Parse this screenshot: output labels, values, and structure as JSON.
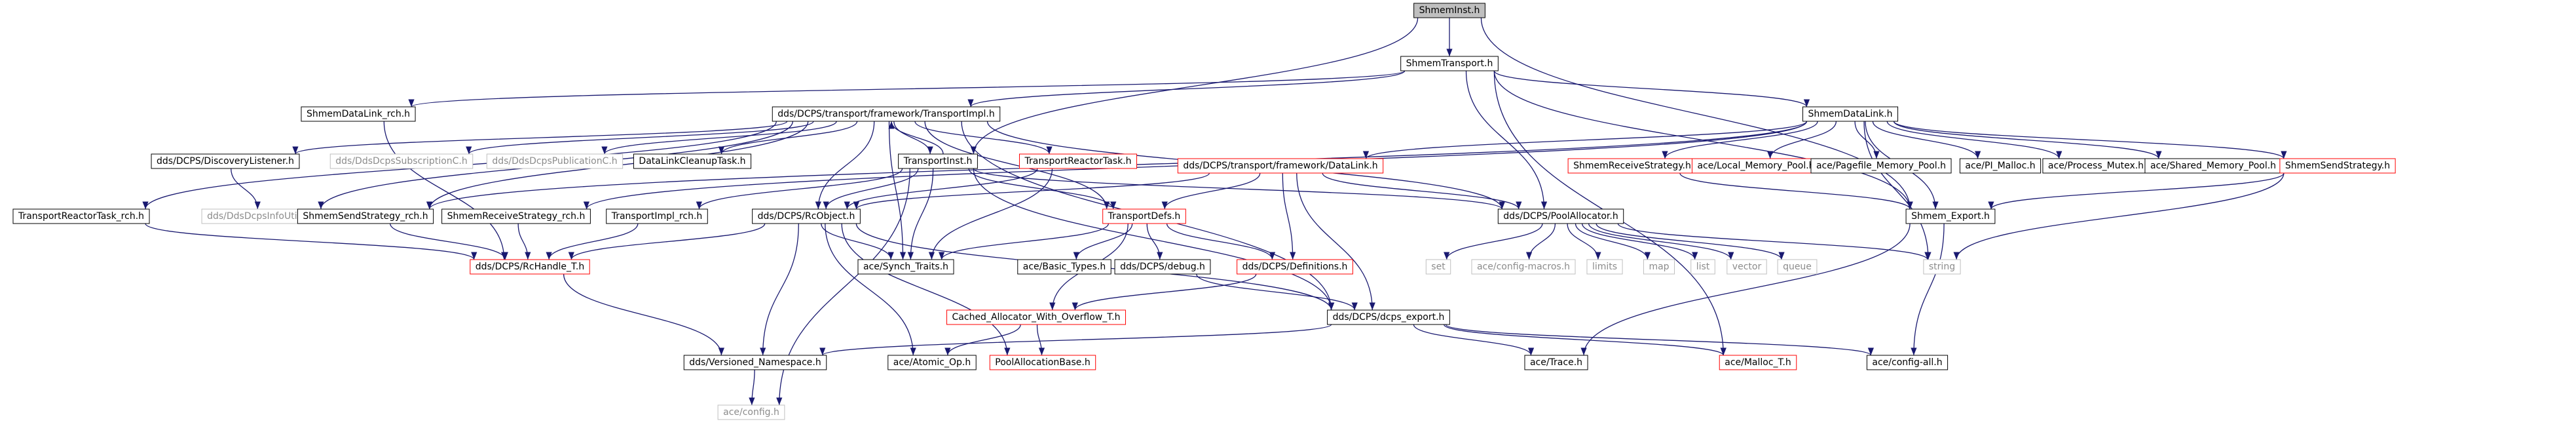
{
  "diagram": {
    "colors": {
      "edge": "#191970",
      "border_normal": "#000000",
      "border_truncated": "#ff0000",
      "border_leaf": "#bfbfbf",
      "fill_root": "#bfbfbf",
      "fill_normal": "#ffffff",
      "text_normal": "#000000",
      "text_leaf": "#8c8c8c"
    },
    "nodes": [
      {
        "id": "shmeminst",
        "label": "ShmemInst.h",
        "kind": "root"
      },
      {
        "id": "shmemtransport",
        "label": "ShmemTransport.h",
        "kind": "normal"
      },
      {
        "id": "shmemdatalink_rch",
        "label": "ShmemDataLink_rch.h",
        "kind": "normal"
      },
      {
        "id": "transportimpl",
        "label": "dds/DCPS/transport/framework/TransportImpl.h",
        "kind": "normal"
      },
      {
        "id": "shmemdatalink",
        "label": "ShmemDataLink.h",
        "kind": "normal"
      },
      {
        "id": "discoverylistener",
        "label": "dds/DCPS/DiscoveryListener.h",
        "kind": "normal"
      },
      {
        "id": "ddsdcpssubscriptionc",
        "label": "dds/DdsDcpsSubscriptionC.h",
        "kind": "leaf"
      },
      {
        "id": "ddsdcpspublicationc",
        "label": "dds/DdsDcpsPublicationC.h",
        "kind": "leaf"
      },
      {
        "id": "datalinkcleanuptask",
        "label": "DataLinkCleanupTask.h",
        "kind": "normal"
      },
      {
        "id": "transportinst",
        "label": "TransportInst.h",
        "kind": "normal"
      },
      {
        "id": "transportreactortask",
        "label": "TransportReactorTask.h",
        "kind": "truncated"
      },
      {
        "id": "framework_datalink",
        "label": "dds/DCPS/transport/framework/DataLink.h",
        "kind": "truncated"
      },
      {
        "id": "shmemreceivestrategy",
        "label": "ShmemReceiveStrategy.h",
        "kind": "truncated"
      },
      {
        "id": "local_memory_pool",
        "label": "ace/Local_Memory_Pool.h",
        "kind": "truncated"
      },
      {
        "id": "pagefile_memory_pool",
        "label": "ace/Pagefile_Memory_Pool.h",
        "kind": "normal"
      },
      {
        "id": "pi_malloc",
        "label": "ace/PI_Malloc.h",
        "kind": "normal"
      },
      {
        "id": "process_mutex",
        "label": "ace/Process_Mutex.h",
        "kind": "normal"
      },
      {
        "id": "shared_memory_pool",
        "label": "ace/Shared_Memory_Pool.h",
        "kind": "normal"
      },
      {
        "id": "shmemsendstrategy",
        "label": "ShmemSendStrategy.h",
        "kind": "truncated"
      },
      {
        "id": "transportreactortask_rch",
        "label": "TransportReactorTask_rch.h",
        "kind": "normal"
      },
      {
        "id": "ddsdcpsinfoutilsc",
        "label": "dds/DdsDcpsInfoUtilsC.h",
        "kind": "leaf"
      },
      {
        "id": "shmemsendstrategy_rch",
        "label": "ShmemSendStrategy_rch.h",
        "kind": "normal"
      },
      {
        "id": "shmemreceivestrategy_rch",
        "label": "ShmemReceiveStrategy_rch.h",
        "kind": "normal"
      },
      {
        "id": "transportimpl_rch",
        "label": "TransportImpl_rch.h",
        "kind": "normal"
      },
      {
        "id": "rcobject",
        "label": "dds/DCPS/RcObject.h",
        "kind": "normal"
      },
      {
        "id": "transportdefs",
        "label": "TransportDefs.h",
        "kind": "truncated"
      },
      {
        "id": "poolallocator",
        "label": "dds/DCPS/PoolAllocator.h",
        "kind": "normal"
      },
      {
        "id": "shmem_export",
        "label": "Shmem_Export.h",
        "kind": "normal"
      },
      {
        "id": "rchandle_t",
        "label": "dds/DCPS/RcHandle_T.h",
        "kind": "truncated"
      },
      {
        "id": "synch_traits",
        "label": "ace/Synch_Traits.h",
        "kind": "normal"
      },
      {
        "id": "basic_types",
        "label": "ace/Basic_Types.h",
        "kind": "normal"
      },
      {
        "id": "dcps_debug",
        "label": "dds/DCPS/debug.h",
        "kind": "normal"
      },
      {
        "id": "definitions",
        "label": "dds/DCPS/Definitions.h",
        "kind": "truncated"
      },
      {
        "id": "set",
        "label": "set",
        "kind": "leaf"
      },
      {
        "id": "config_macros",
        "label": "ace/config-macros.h",
        "kind": "leaf"
      },
      {
        "id": "limits",
        "label": "limits",
        "kind": "leaf"
      },
      {
        "id": "map",
        "label": "map",
        "kind": "leaf"
      },
      {
        "id": "list",
        "label": "list",
        "kind": "leaf"
      },
      {
        "id": "vector",
        "label": "vector",
        "kind": "leaf"
      },
      {
        "id": "queue",
        "label": "queue",
        "kind": "leaf"
      },
      {
        "id": "string",
        "label": "string",
        "kind": "leaf"
      },
      {
        "id": "cached_allocator",
        "label": "Cached_Allocator_With_Overflow_T.h",
        "kind": "truncated"
      },
      {
        "id": "dcps_export",
        "label": "dds/DCPS/dcps_export.h",
        "kind": "normal"
      },
      {
        "id": "versioned_namespace",
        "label": "dds/Versioned_Namespace.h",
        "kind": "normal"
      },
      {
        "id": "atomic_op",
        "label": "ace/Atomic_Op.h",
        "kind": "normal"
      },
      {
        "id": "poolallocationbase",
        "label": "PoolAllocationBase.h",
        "kind": "truncated"
      },
      {
        "id": "ace_trace",
        "label": "ace/Trace.h",
        "kind": "normal"
      },
      {
        "id": "ace_malloc_t",
        "label": "ace/Malloc_T.h",
        "kind": "truncated"
      },
      {
        "id": "config_all",
        "label": "ace/config-all.h",
        "kind": "normal"
      },
      {
        "id": "ace_config",
        "label": "ace/config.h",
        "kind": "leaf"
      }
    ],
    "edges": [
      [
        "shmeminst",
        "shmemtransport"
      ],
      [
        "shmeminst",
        "transportinst"
      ],
      [
        "shmeminst",
        "shmem_export"
      ],
      [
        "shmemtransport",
        "shmemdatalink_rch"
      ],
      [
        "shmemtransport",
        "transportimpl"
      ],
      [
        "shmemtransport",
        "shmemdatalink"
      ],
      [
        "shmemtransport",
        "shmem_export"
      ],
      [
        "shmemtransport",
        "poolallocator"
      ],
      [
        "shmemtransport",
        "ace_malloc_t"
      ],
      [
        "shmemdatalink_rch",
        "rchandle_t"
      ],
      [
        "transportimpl",
        "transportreactortask_rch"
      ],
      [
        "transportimpl",
        "discoverylistener"
      ],
      [
        "transportimpl",
        "ddsdcpssubscriptionc"
      ],
      [
        "transportimpl",
        "ddsdcpspublicationc"
      ],
      [
        "transportimpl",
        "datalinkcleanuptask"
      ],
      [
        "transportimpl",
        "transportinst"
      ],
      [
        "transportimpl",
        "transportreactortask"
      ],
      [
        "transportimpl",
        "rcobject"
      ],
      [
        "transportimpl",
        "transportdefs"
      ],
      [
        "transportimpl",
        "poolallocator"
      ],
      [
        "transportimpl",
        "dcps_export"
      ],
      [
        "transportimpl",
        "synch_traits"
      ],
      [
        "transportimpl",
        "shmemsendstrategy_rch"
      ],
      [
        "transportimpl",
        "ddsdcpsinfoutilsc"
      ],
      [
        "shmemdatalink",
        "framework_datalink"
      ],
      [
        "shmemdatalink",
        "shmemreceivestrategy"
      ],
      [
        "shmemdatalink",
        "local_memory_pool"
      ],
      [
        "shmemdatalink",
        "pagefile_memory_pool"
      ],
      [
        "shmemdatalink",
        "pi_malloc"
      ],
      [
        "shmemdatalink",
        "process_mutex"
      ],
      [
        "shmemdatalink",
        "shared_memory_pool"
      ],
      [
        "shmemdatalink",
        "shmemsendstrategy"
      ],
      [
        "shmemdatalink",
        "shmem_export"
      ],
      [
        "shmemdatalink",
        "string"
      ],
      [
        "shmemdatalink",
        "shmemreceivestrategy_rch"
      ],
      [
        "shmemdatalink",
        "shmemsendstrategy_rch"
      ],
      [
        "discoverylistener",
        "ddsdcpsinfoutilsc"
      ],
      [
        "transportinst",
        "transportimpl"
      ],
      [
        "transportinst",
        "transportimpl_rch"
      ],
      [
        "transportinst",
        "rcobject"
      ],
      [
        "transportinst",
        "transportdefs"
      ],
      [
        "transportinst",
        "poolallocator"
      ],
      [
        "transportinst",
        "synch_traits"
      ],
      [
        "transportinst",
        "dcps_export"
      ],
      [
        "transportinst",
        "ace_config"
      ],
      [
        "transportreactortask",
        "rcobject"
      ],
      [
        "transportreactortask",
        "synch_traits"
      ],
      [
        "framework_datalink",
        "transportdefs"
      ],
      [
        "framework_datalink",
        "definitions"
      ],
      [
        "framework_datalink",
        "poolallocator"
      ],
      [
        "framework_datalink",
        "rcobject"
      ],
      [
        "framework_datalink",
        "dcps_export"
      ],
      [
        "shmemreceivestrategy",
        "shmem_export"
      ],
      [
        "shmemsendstrategy",
        "shmem_export"
      ],
      [
        "shmemsendstrategy",
        "string"
      ],
      [
        "transportreactortask_rch",
        "rchandle_t"
      ],
      [
        "shmemsendstrategy_rch",
        "rchandle_t"
      ],
      [
        "shmemreceivestrategy_rch",
        "rchandle_t"
      ],
      [
        "transportimpl_rch",
        "rchandle_t"
      ],
      [
        "rcobject",
        "rchandle_t"
      ],
      [
        "rcobject",
        "synch_traits"
      ],
      [
        "rcobject",
        "atomic_op"
      ],
      [
        "rcobject",
        "versioned_namespace"
      ],
      [
        "rcobject",
        "poolallocationbase"
      ],
      [
        "rcobject",
        "dcps_export"
      ],
      [
        "transportdefs",
        "synch_traits"
      ],
      [
        "transportdefs",
        "basic_types"
      ],
      [
        "transportdefs",
        "dcps_debug"
      ],
      [
        "transportdefs",
        "definitions"
      ],
      [
        "transportdefs",
        "cached_allocator"
      ],
      [
        "poolallocator",
        "set"
      ],
      [
        "poolallocator",
        "config_macros"
      ],
      [
        "poolallocator",
        "limits"
      ],
      [
        "poolallocator",
        "map"
      ],
      [
        "poolallocator",
        "list"
      ],
      [
        "poolallocator",
        "vector"
      ],
      [
        "poolallocator",
        "queue"
      ],
      [
        "poolallocator",
        "string"
      ],
      [
        "shmem_export",
        "ace_trace"
      ],
      [
        "shmem_export",
        "config_all"
      ],
      [
        "rchandle_t",
        "versioned_namespace"
      ],
      [
        "dcps_debug",
        "dcps_export"
      ],
      [
        "definitions",
        "cached_allocator"
      ],
      [
        "cached_allocator",
        "atomic_op"
      ],
      [
        "cached_allocator",
        "poolallocationbase"
      ],
      [
        "dcps_export",
        "versioned_namespace"
      ],
      [
        "dcps_export",
        "ace_trace"
      ],
      [
        "dcps_export",
        "config_all"
      ],
      [
        "dcps_export",
        "ace_malloc_t"
      ],
      [
        "versioned_namespace",
        "ace_config"
      ]
    ]
  }
}
